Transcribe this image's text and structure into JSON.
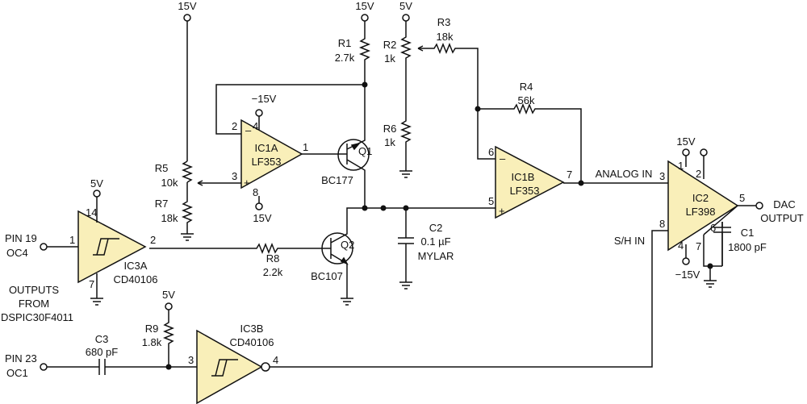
{
  "supplies": {
    "v15_r5": "15V",
    "v15_r1": "15V",
    "v5_r2": "5V",
    "v5_ic3a": "5V",
    "v5_r9": "5V",
    "v15_ic2": "15V",
    "vneg15_ic1a": "−15V",
    "v15_ic1a": "15V",
    "vneg15_ic2": "−15V"
  },
  "ic1a": {
    "name": "IC1A",
    "part": "LF353",
    "pin_inv": "2",
    "pin_noninv": "3",
    "pin_out": "1",
    "pin_vplus": "4",
    "pin_vminus": "8",
    "sign_minus": "–",
    "sign_plus": "+"
  },
  "ic1b": {
    "name": "IC1B",
    "part": "LF353",
    "pin_inv": "6",
    "pin_noninv": "5",
    "pin_out": "7",
    "sign_minus": "–",
    "sign_plus": "+"
  },
  "ic2": {
    "name": "IC2",
    "part": "LF398",
    "pin_in": "3",
    "pin_out": "5",
    "pin_sh": "8",
    "pin_1": "1",
    "pin_2": "2",
    "pin_4": "4",
    "pin_6": "6",
    "pin_7": "7"
  },
  "ic3a": {
    "name": "IC3A",
    "part": "CD40106",
    "pin_in": "1",
    "pin_out": "2",
    "pin_vdd": "14",
    "pin_gnd": "7"
  },
  "ic3b": {
    "name": "IC3B",
    "part": "CD40106",
    "pin_in": "3",
    "pin_out": "4"
  },
  "q1": {
    "name": "Q1",
    "part": "BC177"
  },
  "q2": {
    "name": "Q2",
    "part": "BC107"
  },
  "r1": {
    "name": "R1",
    "value": "2.7k"
  },
  "r2": {
    "name": "R2",
    "value": "1k"
  },
  "r3": {
    "name": "R3",
    "value": "18k"
  },
  "r4": {
    "name": "R4",
    "value": "56k"
  },
  "r5": {
    "name": "R5",
    "value": "10k"
  },
  "r6": {
    "name": "R6",
    "value": "1k"
  },
  "r7": {
    "name": "R7",
    "value": "18k"
  },
  "r8": {
    "name": "R8",
    "value": "2.2k"
  },
  "r9": {
    "name": "R9",
    "value": "1.8k"
  },
  "c1": {
    "name": "C1",
    "value": "1800 pF"
  },
  "c2": {
    "name": "C2",
    "value": "0.1 µF",
    "note": "MYLAR"
  },
  "c3": {
    "name": "C3",
    "value": "680 pF"
  },
  "labels": {
    "analog_in": "ANALOG IN",
    "sh_in": "S/H IN",
    "dac_output_1": "DAC",
    "dac_output_2": "OUTPUT",
    "pin19_1": "PIN 19",
    "pin19_2": "OC4",
    "pin23_1": "PIN 23",
    "pin23_2": "OC1",
    "outputs_1": "OUTPUTS",
    "outputs_2": "FROM",
    "outputs_3": "DSPIC30F4011"
  }
}
